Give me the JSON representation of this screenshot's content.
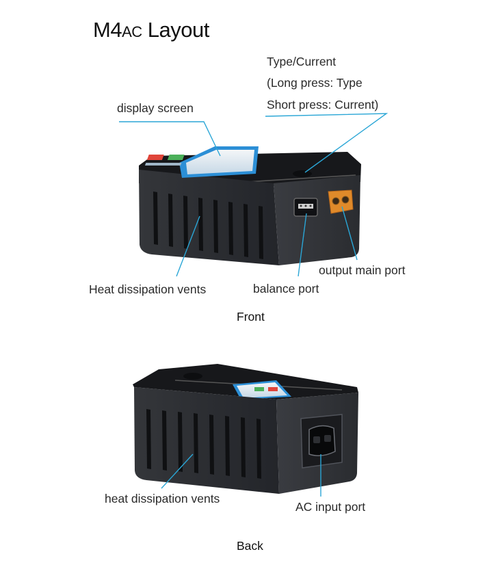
{
  "title": {
    "main": "M4",
    "suffix": "AC",
    "rest": " Layout"
  },
  "front": {
    "caption": "Front",
    "labels": {
      "type_current_1": "Type/Current",
      "type_current_2": "(Long press: Type",
      "type_current_3": "Short press: Current)",
      "display_screen": "display screen",
      "heat_vents": "Heat dissipation vents",
      "balance_port": "balance port",
      "output_port": "output main port"
    }
  },
  "back": {
    "caption": "Back",
    "labels": {
      "heat_vents": "heat dissipation vents",
      "ac_port": "AC input port"
    }
  },
  "colors": {
    "leader": "#2aa6d6",
    "body": "#2b2d31",
    "body_top": "#1c1d20",
    "connector": "#e08a2a"
  }
}
